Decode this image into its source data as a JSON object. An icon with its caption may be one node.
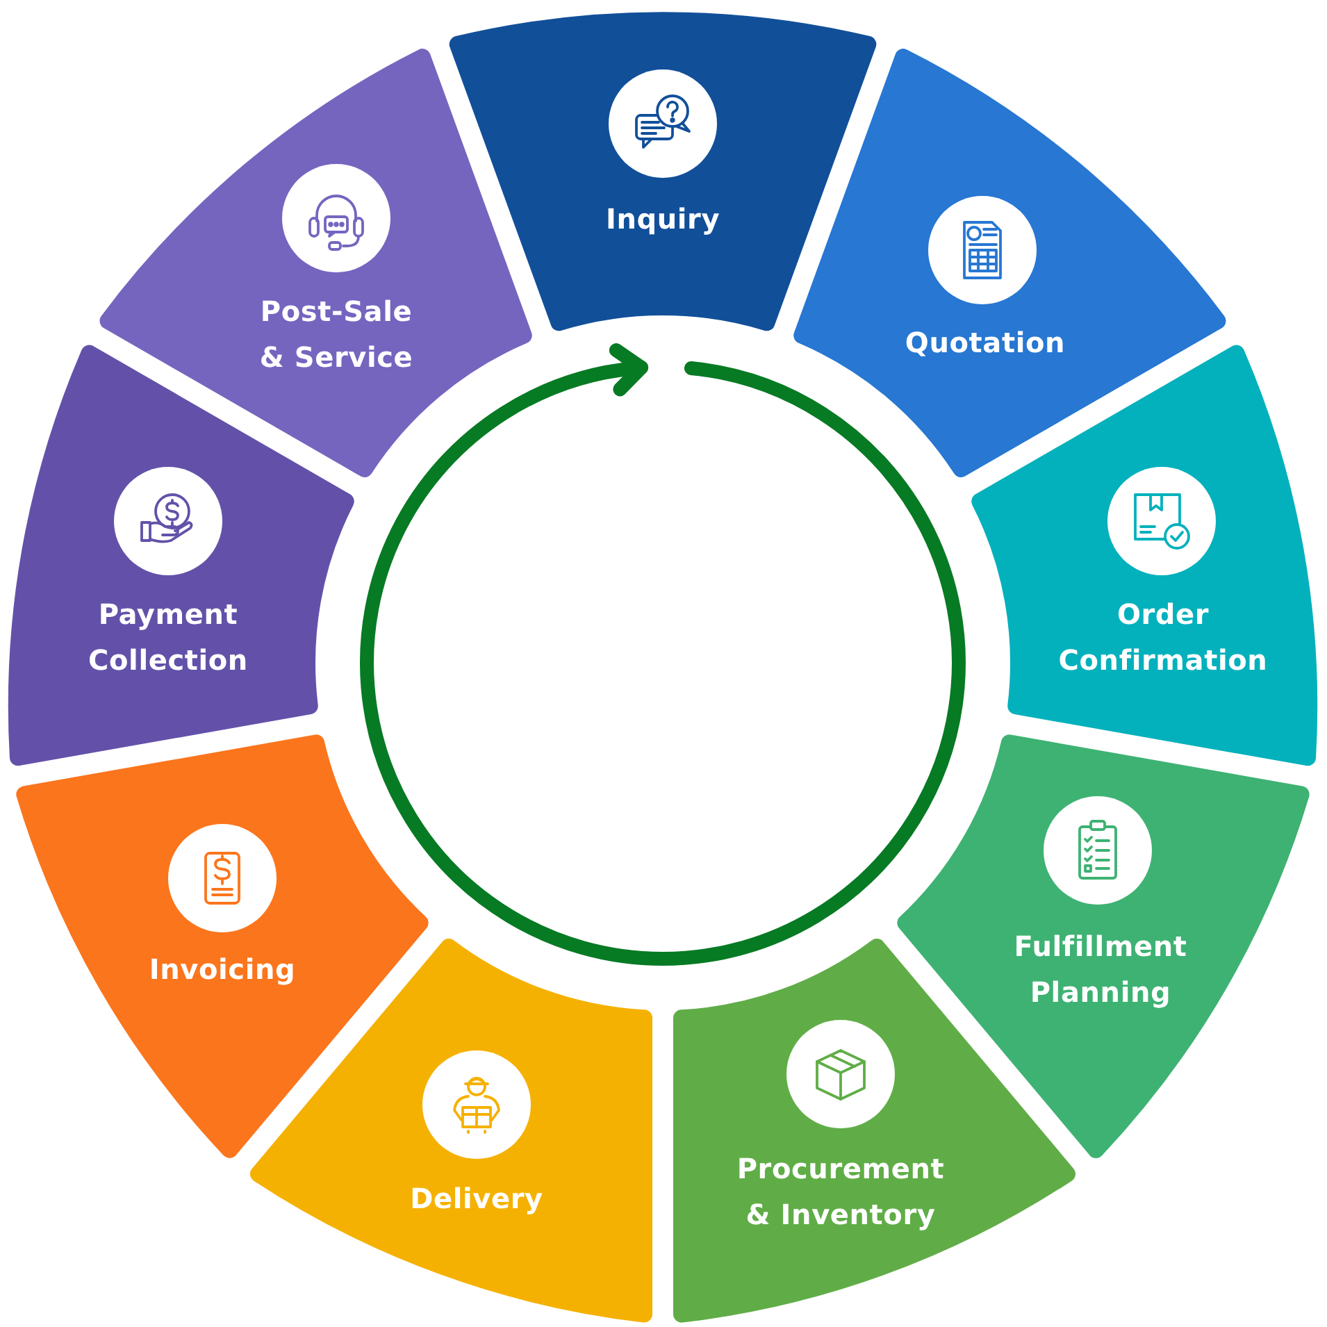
{
  "diagram": {
    "nodes": [
      {
        "text": [
          "Inquiry"
        ]
      },
      {
        "text": [
          "Quotation"
        ]
      },
      {
        "text": [
          "Order Confirmation"
        ]
      },
      {
        "text": [
          "Fulfillment Planning"
        ]
      },
      {
        "text": [
          "Procurement & Inventory"
        ]
      },
      {
        "text": [
          "Delivery"
        ]
      },
      {
        "text": [
          "Invoicing"
        ]
      },
      {
        "text": [
          "Payment Collection"
        ]
      },
      {
        "text": [
          "Post-Sale & Service"
        ]
      }
    ]
  }
}
